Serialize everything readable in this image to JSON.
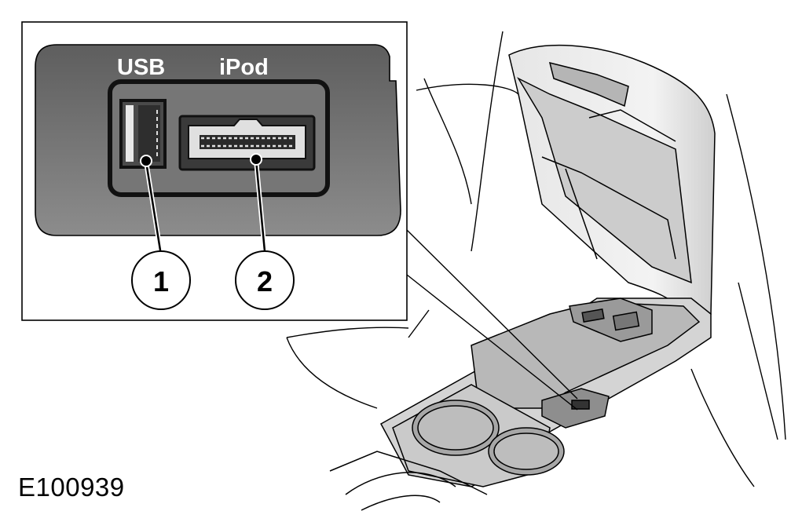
{
  "figure": {
    "id": "E100939"
  },
  "inset": {
    "ports": [
      {
        "label": "USB",
        "callout": "1",
        "icon": "usb-port-icon"
      },
      {
        "label": "iPod",
        "callout": "2",
        "icon": "ipod-connector-icon"
      }
    ]
  },
  "colors": {
    "line": "#000000",
    "panel_dark": "#6e6e6e",
    "panel_mid": "#8a8a8a",
    "console_fill": "#d9d9d9",
    "console_shade": "#a9a9a9",
    "background": "#ffffff"
  }
}
